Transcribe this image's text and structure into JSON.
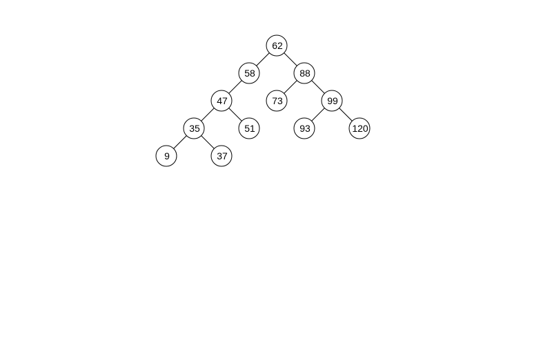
{
  "tree": {
    "type": "binary-search-tree",
    "colors": {
      "background": "#ffffff",
      "stroke": "#000000",
      "text": "#000000"
    },
    "nodes": [
      {
        "id": "n62",
        "label": "62"
      },
      {
        "id": "n58",
        "label": "58"
      },
      {
        "id": "n88",
        "label": "88"
      },
      {
        "id": "n47",
        "label": "47"
      },
      {
        "id": "n73",
        "label": "73"
      },
      {
        "id": "n99",
        "label": "99"
      },
      {
        "id": "n35",
        "label": "35"
      },
      {
        "id": "n51",
        "label": "51"
      },
      {
        "id": "n93",
        "label": "93"
      },
      {
        "id": "n120",
        "label": "120"
      },
      {
        "id": "n9",
        "label": "9"
      },
      {
        "id": "n37",
        "label": "37"
      }
    ],
    "edges": [
      {
        "from": "n62",
        "to": "n58"
      },
      {
        "from": "n62",
        "to": "n88"
      },
      {
        "from": "n58",
        "to": "n47"
      },
      {
        "from": "n88",
        "to": "n73"
      },
      {
        "from": "n88",
        "to": "n99"
      },
      {
        "from": "n47",
        "to": "n35"
      },
      {
        "from": "n47",
        "to": "n51"
      },
      {
        "from": "n99",
        "to": "n93"
      },
      {
        "from": "n99",
        "to": "n120"
      },
      {
        "from": "n35",
        "to": "n9"
      },
      {
        "from": "n35",
        "to": "n37"
      }
    ]
  }
}
